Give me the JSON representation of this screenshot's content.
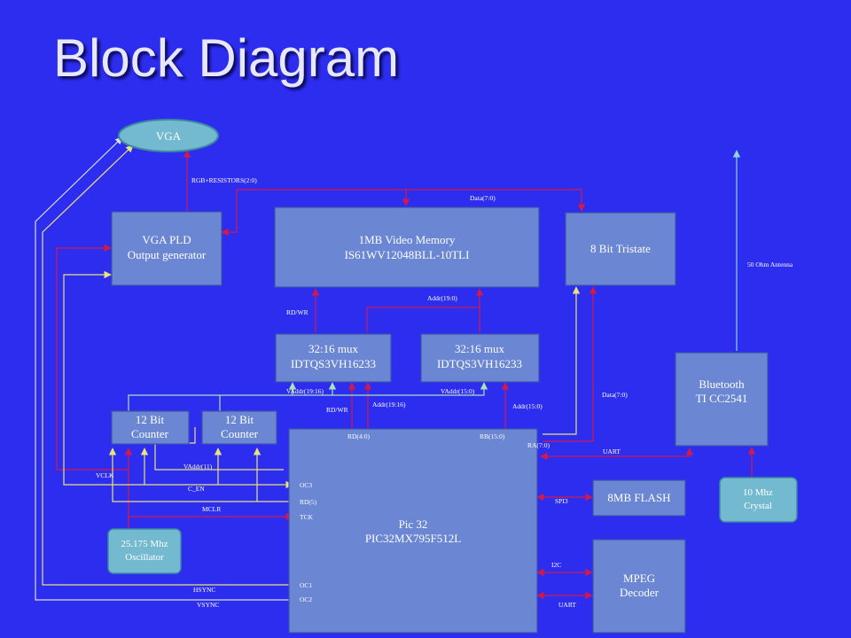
{
  "title": "Block Diagram",
  "blocks": {
    "vga": "VGA",
    "vga_pld": {
      "line1": "VGA PLD",
      "line2": "Output generator"
    },
    "video_memory": {
      "line1": "1MB Video Memory",
      "line2": "IS61WV12048BLL-10TLI"
    },
    "tristate": "8 Bit Tristate",
    "mux_left": {
      "line1": "32:16 mux",
      "line2": "IDTQS3VH16233"
    },
    "mux_right": {
      "line1": "32:16 mux",
      "line2": "IDTQS3VH16233"
    },
    "counter_left": {
      "line1": "12 Bit",
      "line2": "Counter"
    },
    "counter_right": {
      "line1": "12 Bit",
      "line2": "Counter"
    },
    "pic32": {
      "line1": "Pic 32",
      "line2": "PIC32MX795F512L"
    },
    "oscillator": {
      "line1": "25.175 Mhz",
      "line2": "Oscillator"
    },
    "flash": "8MB FLASH",
    "mpeg": {
      "line1": "MPEG",
      "line2": "Decoder"
    },
    "bluetooth": {
      "line1": "Bluetooth",
      "line2": "TI CC2541"
    },
    "crystal": {
      "line1": "10 Mhz",
      "line2": "Crystal"
    }
  },
  "labels": {
    "rgb": "RGB+RESISTORS(2:0)",
    "data_top": "Data(7:0)",
    "addr_19_0": "Addr(19:0)",
    "rd_wr_top": "RD/WR",
    "vaddr_19_16": "VAddr(19:16)",
    "vaddr_15_0": "VAddr(15:0)",
    "rd_wr_mid": "RD/WR",
    "addr_19_16": "Addr(19:16)",
    "addr_15_0": "Addr(15:0)",
    "data_right": "Data(7:0)",
    "antenna": "50 Ohm Antenna",
    "vclk": "VCLK",
    "vaddr_11": "VAddr(11)",
    "c_en": "C_EN",
    "mclr": "MCLR",
    "hsync": "HSYNC",
    "vsync": "VSYNC",
    "uart_bt": "UART",
    "spi3": "SPI3",
    "i2c": "I2C",
    "uart_mpeg": "UART"
  },
  "pins": {
    "rd_4_0": "RD(4:0)",
    "rb_15_0": "RB(15:0)",
    "ra_7_0": "RA(7:0)",
    "oc3": "OC3",
    "rd5": "RD(5)",
    "tck": "TCK",
    "oc1": "OC1",
    "oc2": "OC2"
  },
  "colors": {
    "background": "#2d2df0",
    "block": "#6b86d2",
    "teal_block": "#73b9cf",
    "wire_red": "#d21a4a",
    "wire_yellow": "#e8e27a",
    "wire_green": "#a9e2b9"
  }
}
